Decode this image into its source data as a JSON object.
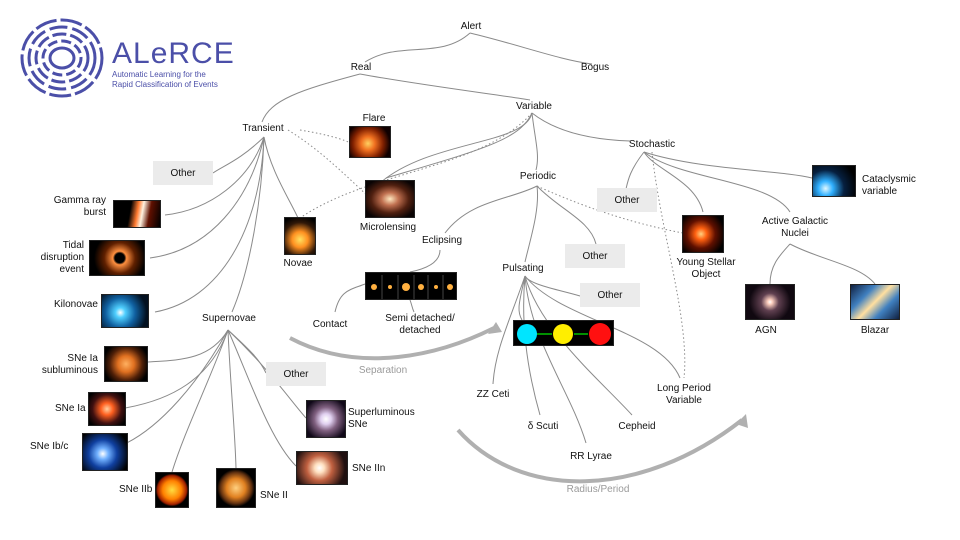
{
  "logo": {
    "title": "ALeRCE",
    "subtitle_line1": "Automatic Learning for the",
    "subtitle_line2": "Rapid Classification of Events",
    "color": "#4b4fa8"
  },
  "nodes": {
    "alert": "Alert",
    "real": "Real",
    "bogus": "Bogus",
    "variable": "Variable",
    "transient": "Transient",
    "flare": "Flare",
    "stochastic": "Stochastic",
    "periodic": "Periodic",
    "other_transient": "Other",
    "gamma_ray_burst": "Gamma ray burst",
    "tidal_disruption_event": "Tidal disruption event",
    "kilonovae": "Kilonovae",
    "novae": "Novae",
    "microlensing": "Microlensing",
    "eclipsing": "Eclipsing",
    "contact": "Contact",
    "semi_detached": "Semi detached/ detached",
    "separation": "Separation",
    "pulsating": "Pulsating",
    "other_periodic_1": "Other",
    "other_periodic_2": "Other",
    "other_stochastic": "Other",
    "young_stellar_object": "Young Stellar Object",
    "cataclysmic_variable": "Cataclysmic variable",
    "active_galactic_nuclei": "Active Galactic Nuclei",
    "agn": "AGN",
    "blazar": "Blazar",
    "supernovae": "Supernovae",
    "sne_ia_subluminous": "SNe Ia subluminous",
    "sne_ia": "SNe Ia",
    "sne_ibc": "SNe Ib/c",
    "sne_iib": "SNe IIb",
    "sne_ii": "SNe II",
    "sne_iin": "SNe IIn",
    "superluminous_sne": "Superluminous SNe",
    "other_supernovae": "Other",
    "zz_ceti": "ZZ Ceti",
    "delta_scuti": "δ Scuti",
    "rr_lyrae": "RR Lyrae",
    "cepheid": "Cepheid",
    "long_period_variable": "Long Period Variable",
    "radius_period": "Radius/Period"
  },
  "colors": {
    "edge": "#8a8a8a",
    "other_box": "#ebebeb",
    "arrow": "#b0b0b0",
    "pulsator_cyan": "#00e5ff",
    "pulsator_yellow": "#ffee00",
    "pulsator_red": "#ff1010"
  }
}
